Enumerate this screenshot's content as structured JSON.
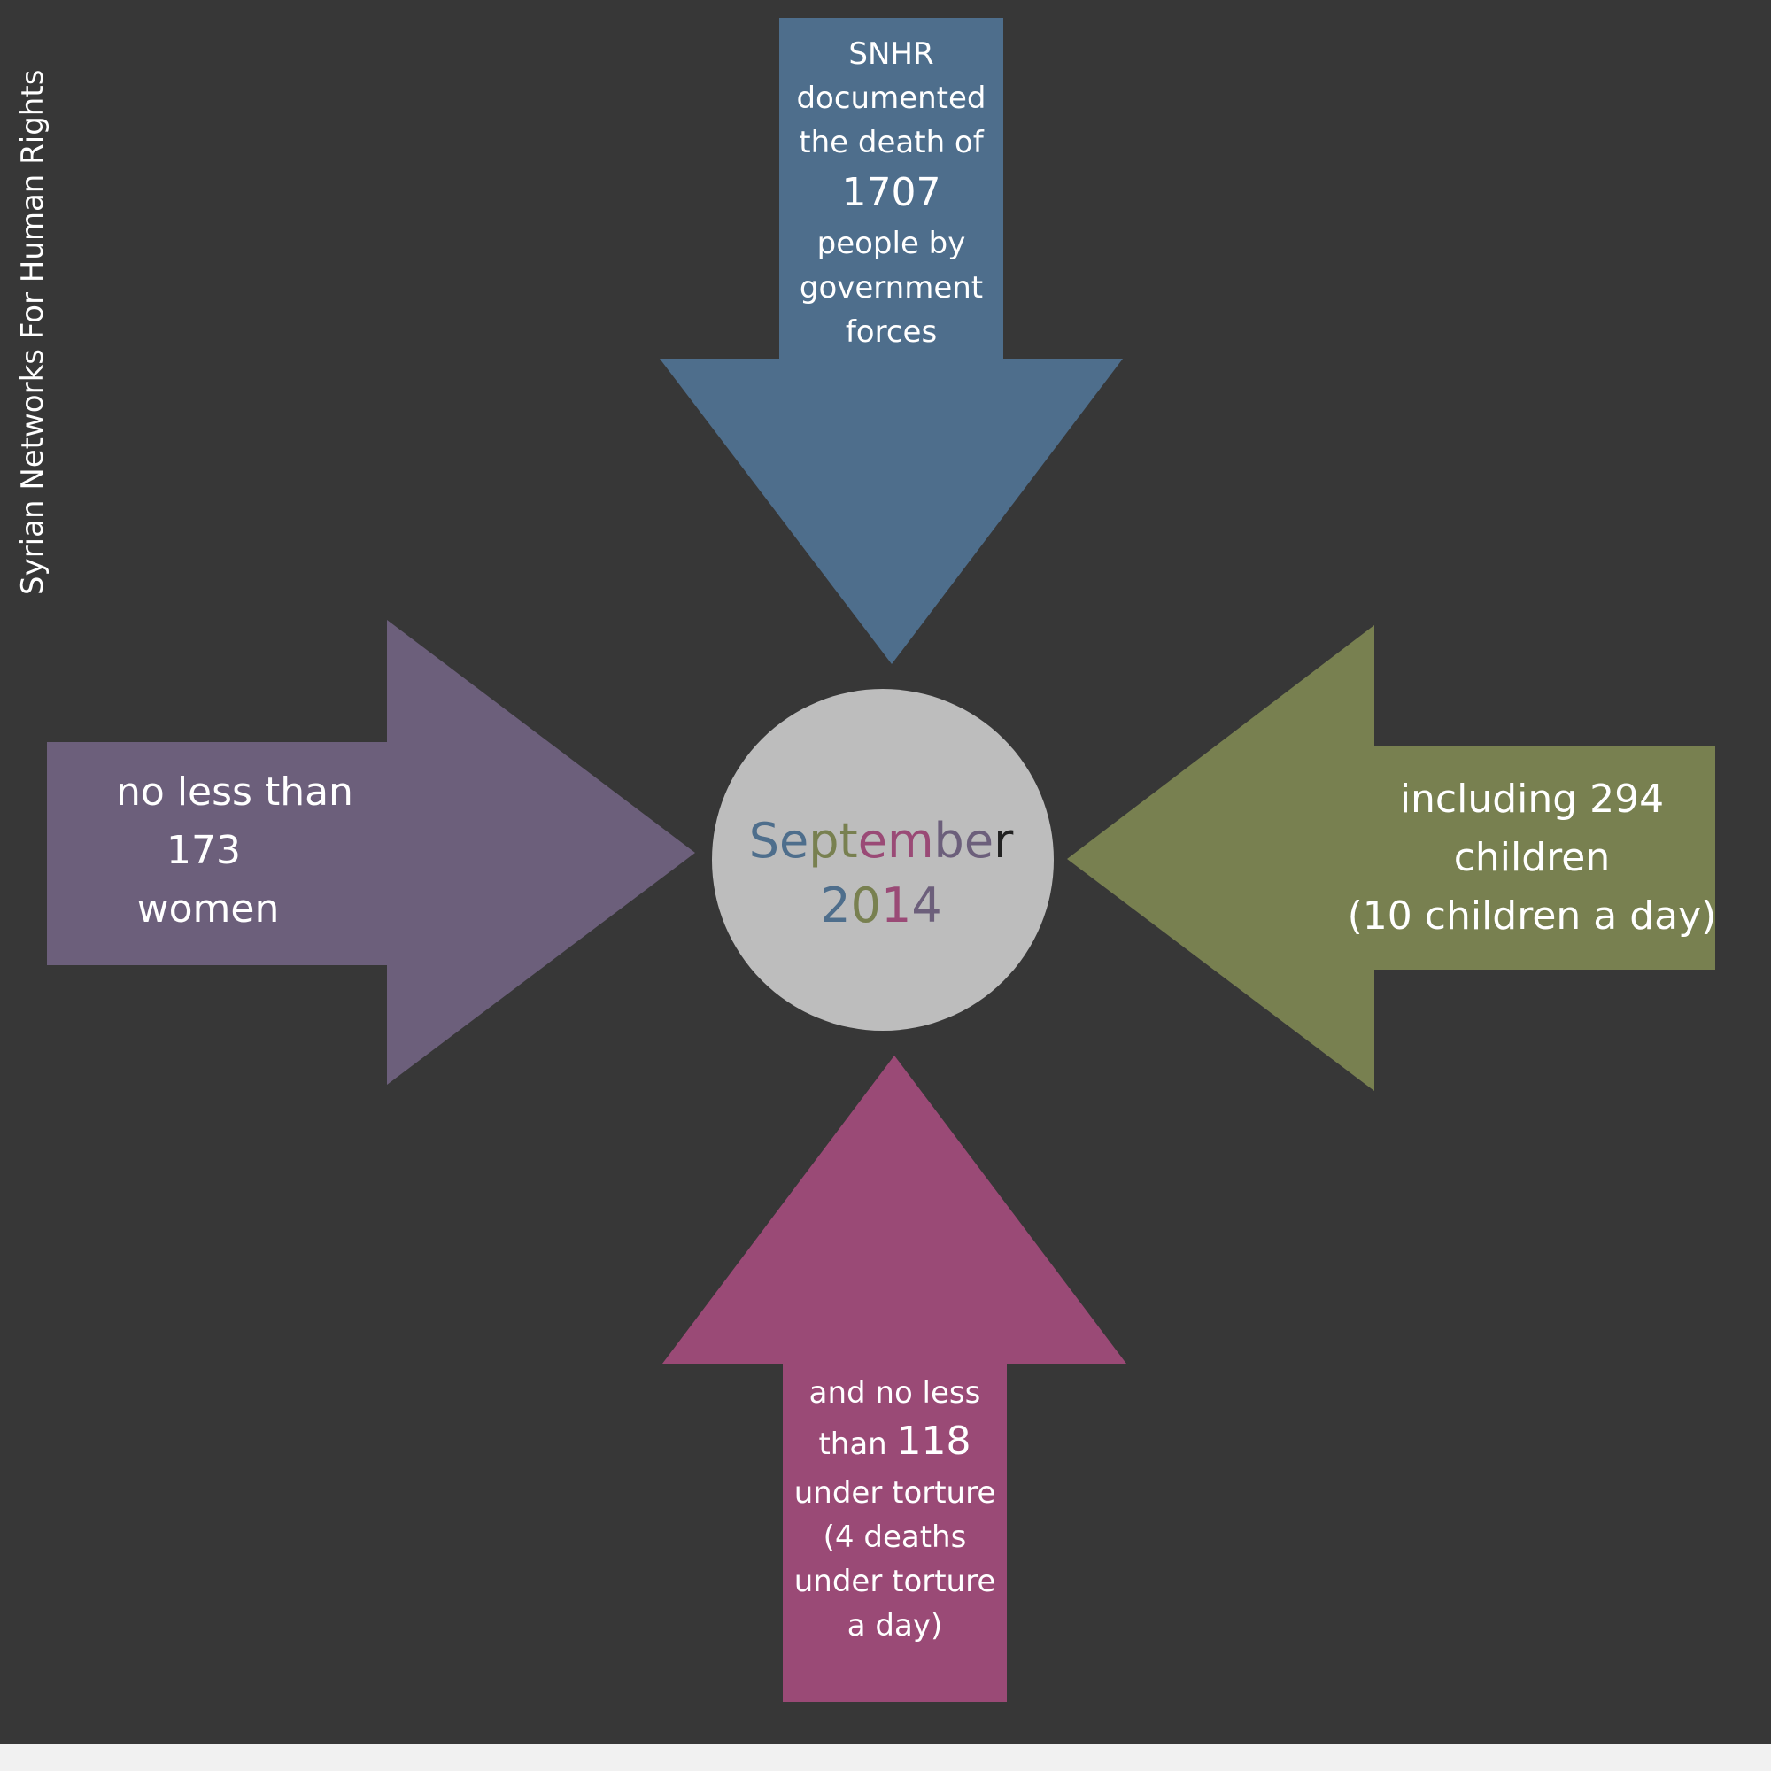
{
  "organization": "Syrian Networks For Human Rights",
  "center": {
    "month_letters": [
      "S",
      "e",
      "p",
      "t",
      "e",
      "m",
      "b",
      "e",
      "r"
    ],
    "year_letters": [
      "2",
      "0",
      "1",
      "4"
    ],
    "circle_color": "#bdbdbd"
  },
  "arrows": {
    "top": {
      "color": "#4e6e8c",
      "lines": [
        "SNHR",
        "documented",
        "the death of",
        "1707",
        "people by",
        "government",
        "forces"
      ]
    },
    "left": {
      "color": "#6c5f7b",
      "lines": [
        "no less than",
        "173",
        "women"
      ]
    },
    "right": {
      "color": "#788050",
      "lines": [
        "including 294",
        "children",
        "(10 children a day)"
      ]
    },
    "bottom": {
      "color": "#9a4a76",
      "line1": "and no less",
      "line2_prefix": "than",
      "line2_number": "118",
      "lines_rest": [
        "under torture",
        "(4 deaths",
        "under torture",
        "a day)"
      ]
    }
  },
  "colors": {
    "background": "#373737",
    "text": "#ffffff",
    "letter_palette": [
      "#4e6e8c",
      "#4e6e8c",
      "#788050",
      "#788050",
      "#9a4a76",
      "#9a4a76",
      "#6c5f7b",
      "#6c5f7b",
      "#222222"
    ],
    "year_palette": [
      "#4e6e8c",
      "#788050",
      "#9a4a76",
      "#6c5f7b"
    ]
  }
}
